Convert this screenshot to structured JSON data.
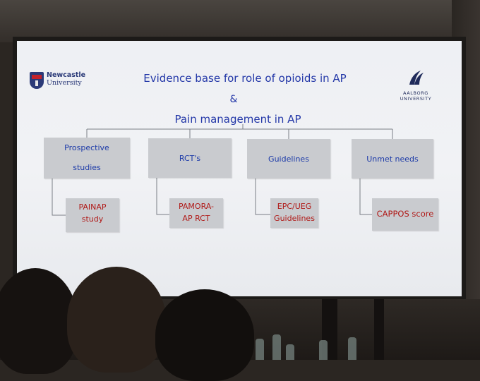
{
  "slide": {
    "title_line1": "Evidence base for role of opioids in AP",
    "title_line2": "&",
    "title_line3": "Pain management in AP"
  },
  "logos": {
    "newcastle": {
      "name": "Newcastle",
      "sub": "University"
    },
    "aalborg": {
      "line1": "AALBORG",
      "line2": "UNIVERSITY"
    }
  },
  "categories": [
    {
      "label_line1": "Prospective",
      "label_line2": "studies",
      "item_line1": "PAINAP",
      "item_line2": "study"
    },
    {
      "label": "RCT's",
      "item_line1": "PAMORA-",
      "item_line2": "AP RCT"
    },
    {
      "label": "Guidelines",
      "item_line1": "EPC/UEG",
      "item_line2": "Guidelines"
    },
    {
      "label": "Unmet needs",
      "item": "CAPPOS score"
    }
  ],
  "colors": {
    "title_text": "#2438a8",
    "box_fill": "#c9cbcf",
    "sub_text": "#b01a18",
    "slide_bg": "#eef0f4"
  }
}
